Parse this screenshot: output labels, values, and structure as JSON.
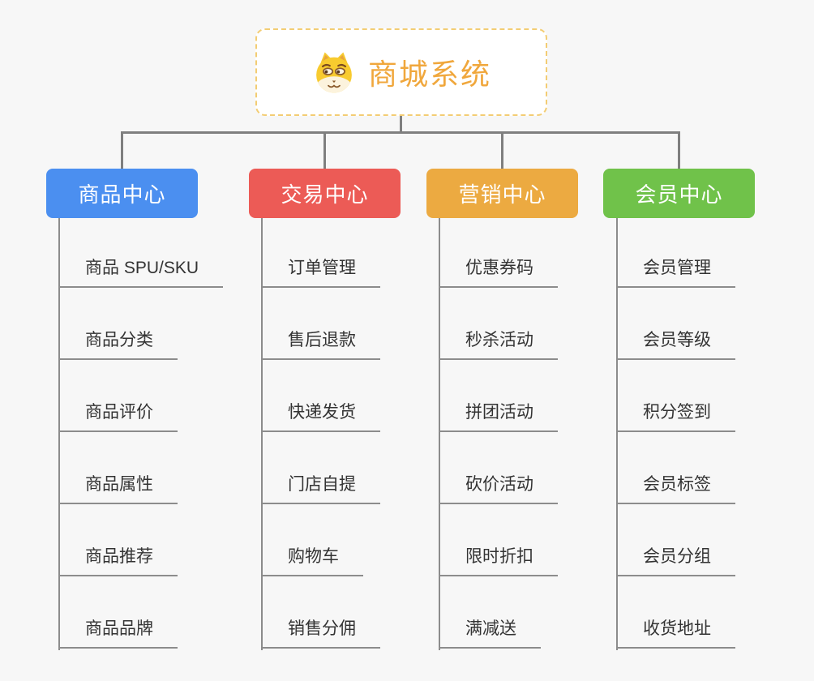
{
  "page": {
    "background": "#f7f7f7"
  },
  "root": {
    "title": "商城系统",
    "icon": "dog-face-icon",
    "title_color": "#f0a73c",
    "border_color": "#f3cd74"
  },
  "connector_color": "#7f7f7f",
  "child_line_color": "#8c8c8c",
  "branches": [
    {
      "label": "商品中心",
      "color": "#4b8ff0",
      "children": [
        "商品 SPU/SKU",
        "商品分类",
        "商品评价",
        "商品属性",
        "商品推荐",
        "商品品牌"
      ]
    },
    {
      "label": "交易中心",
      "color": "#ec5b56",
      "children": [
        "订单管理",
        "售后退款",
        "快递发货",
        "门店自提",
        "购物车",
        "销售分佣"
      ]
    },
    {
      "label": "营销中心",
      "color": "#ecaa41",
      "children": [
        "优惠券码",
        "秒杀活动",
        "拼团活动",
        "砍价活动",
        "限时折扣",
        "满减送"
      ]
    },
    {
      "label": "会员中心",
      "color": "#70c24a",
      "children": [
        "会员管理",
        "会员等级",
        "积分签到",
        "会员标签",
        "会员分组",
        "收货地址"
      ]
    }
  ]
}
